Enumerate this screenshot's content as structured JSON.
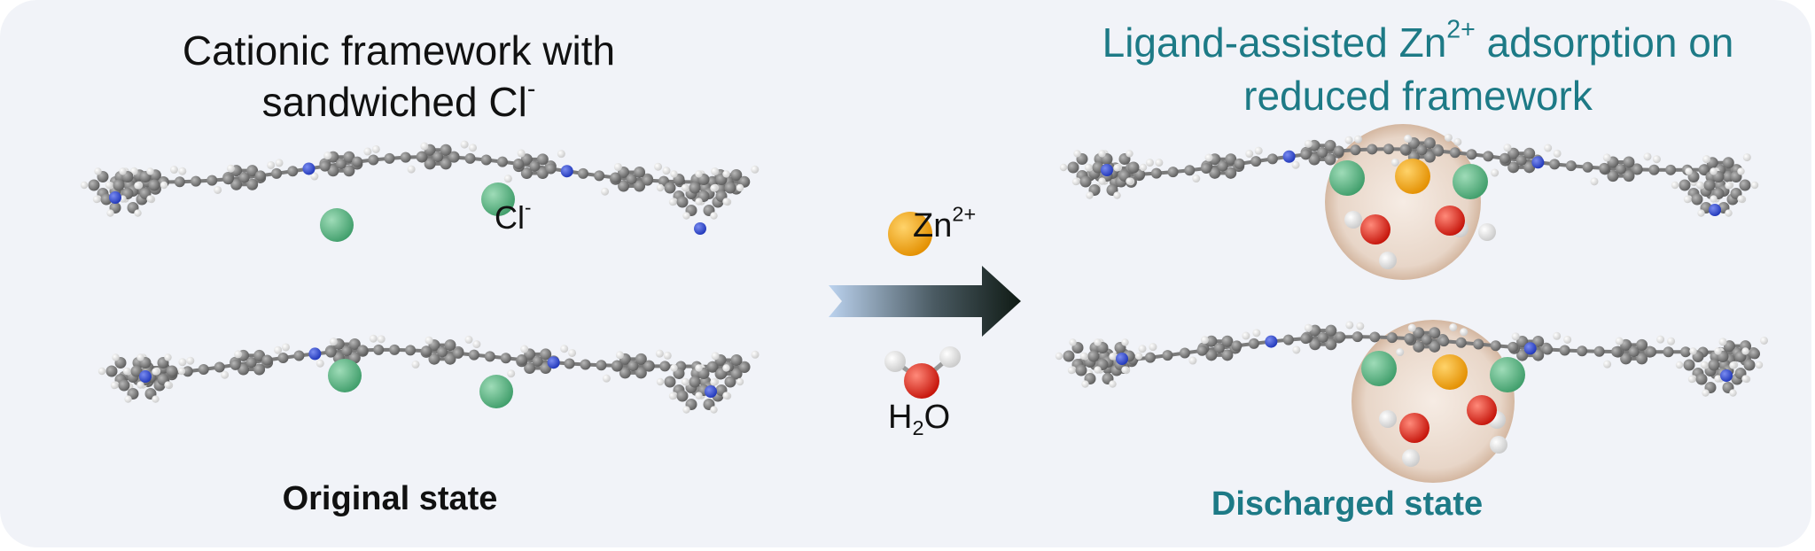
{
  "left": {
    "title_line1": "Cationic framework with",
    "title_line2": "sandwiched Cl",
    "title_line2_sup": "-",
    "state_label": "Original state",
    "ion_label": "Cl",
    "ion_label_sup": "-"
  },
  "middle": {
    "zinc_label": "Zn",
    "zinc_label_sup": "2+",
    "water_label_h": "H",
    "water_label_sub": "2",
    "water_label_o": "O"
  },
  "right": {
    "title_line1_a": "Ligand-assisted Zn",
    "title_line1_sup": "2+",
    "title_line1_b": " adsorption on",
    "title_line2": "reduced framework",
    "state_label": "Discharged state"
  },
  "colors": {
    "panel_bg": "#f1f3f8",
    "carbon": "#6f6f6f",
    "nitrogen": "#2b48d8",
    "hydrogen": "#f4f4f4",
    "chloride": "#4cb07a",
    "zinc": "#f2a515",
    "oxygen": "#e8261c",
    "accent_text": "#1d7a86",
    "halo": "#d8b89e"
  }
}
